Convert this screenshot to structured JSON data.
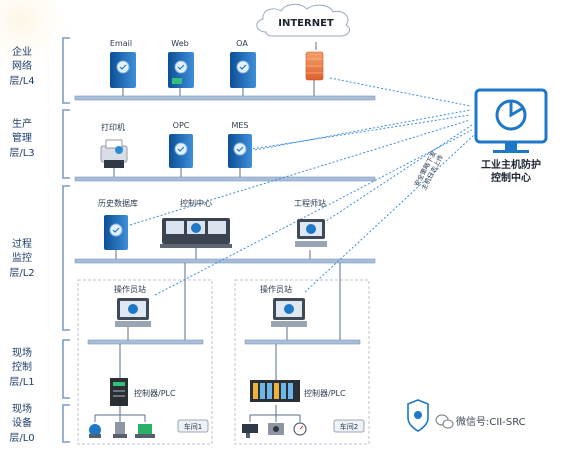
{
  "tiers": [
    {
      "lines": [
        "企业",
        "网络",
        "层/L4"
      ]
    },
    {
      "lines": [
        "生产",
        "管理",
        "层/L3"
      ]
    },
    {
      "lines": [
        "过程",
        "监控",
        "层/L2"
      ]
    },
    {
      "lines": [
        "现场",
        "控制",
        "层/L1"
      ]
    },
    {
      "lines": [
        "现场",
        "设备",
        "层/L0"
      ]
    }
  ],
  "internet_label": "INTERNET",
  "l4_nodes": {
    "email": "Email",
    "web": "Web",
    "oa": "OA"
  },
  "l3_nodes": {
    "printer": "打印机",
    "opc": "OPC",
    "mes": "MES"
  },
  "l2_nodes": {
    "history": "历史数据库",
    "control_center": "控制中心",
    "eng_station": "工程师站"
  },
  "operator_station": "操作员站",
  "plc_label": "控制器/PLC",
  "cells": {
    "left_tag": "车间1",
    "right_tag": "车间2"
  },
  "console_title": [
    "工业主机防护",
    "控制中心"
  ],
  "channel_label": [
    "安全策略下发",
    "主机日志上传"
  ],
  "watermark": "微信号:CII-SRC",
  "colors": {
    "bus": "#8fa6c6",
    "accent": "#1d78c8",
    "tier_text": "#1e3f6b",
    "bracket": "#7f9cc7"
  }
}
